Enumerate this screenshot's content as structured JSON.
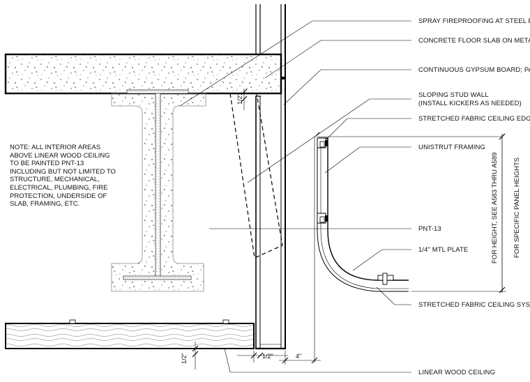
{
  "callouts": {
    "spray_fireproofing": "SPRAY FIREPROOFING AT STEEL BEAM",
    "concrete_slab": "CONCRETE FLOOR SLAB ON METAL DEC",
    "gypsum_board": "CONTINUOUS GYPSUM BOARD; PAINT F",
    "sloping_stud_wall_1": "SLOPING STUD WALL",
    "sloping_stud_wall_2": "(INSTALL KICKERS AS NEEDED)",
    "edge_clip": "STRETCHED FABRIC CEILING EDGE CLI",
    "unistrut": "UNISTRUT FRAMING",
    "pnt13": "PNT-13",
    "mtl_plate": "1/4\" MTL PLATE",
    "fabric_system": "STRETCHED FABRIC CEILING SYSTEM",
    "wood_ceiling": "LINEAR WOOD CEILING"
  },
  "note": {
    "lines": [
      "NOTE: ALL INTERIOR AREAS",
      "ABOVE LINEAR WOOD CEILING",
      "TO BE PAINTED PNT-13",
      "INCLUDING BUT NOT LIMITED TO",
      "STRUCTURE, MECHANICAL,",
      "ELECTRICAL, PLUMBING, FIRE",
      "PROTECTION, UNDERSIDE OF",
      "SLAB, FRAMING, ETC."
    ]
  },
  "dimensions": {
    "gap_top": "1/2\"",
    "gap_bottom_left": "1/2\"",
    "gap_bottom_wall": "1/2\"",
    "offset": "4\""
  },
  "height_note": {
    "line1": "FOR HEIGHT, SEE A583 THRU A589",
    "line2": "FOR SPECIFIC PANEL HEIGHTS"
  }
}
